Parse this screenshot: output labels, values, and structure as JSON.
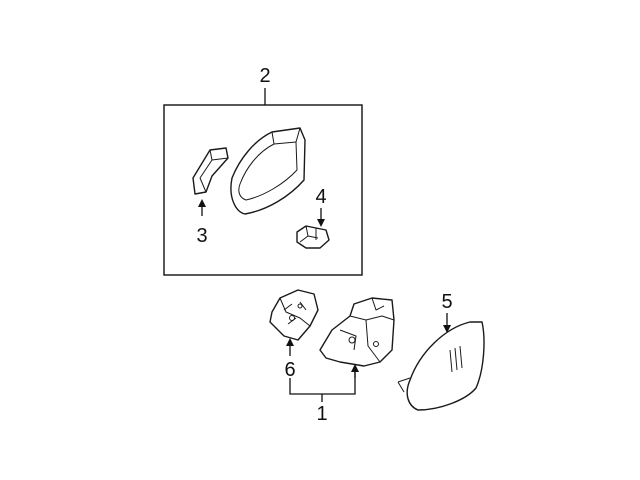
{
  "diagram": {
    "callouts": {
      "c1": "1",
      "c2": "2",
      "c3": "3",
      "c4": "4",
      "c5": "5",
      "c6": "6"
    },
    "colors": {
      "ink": "#111111",
      "background": "#ffffff"
    },
    "parts": [
      "mirror-housing-cover",
      "cover-clip",
      "cover-retainer",
      "mirror-glass",
      "mirror-bracket-left",
      "mirror-motor-assembly"
    ]
  }
}
